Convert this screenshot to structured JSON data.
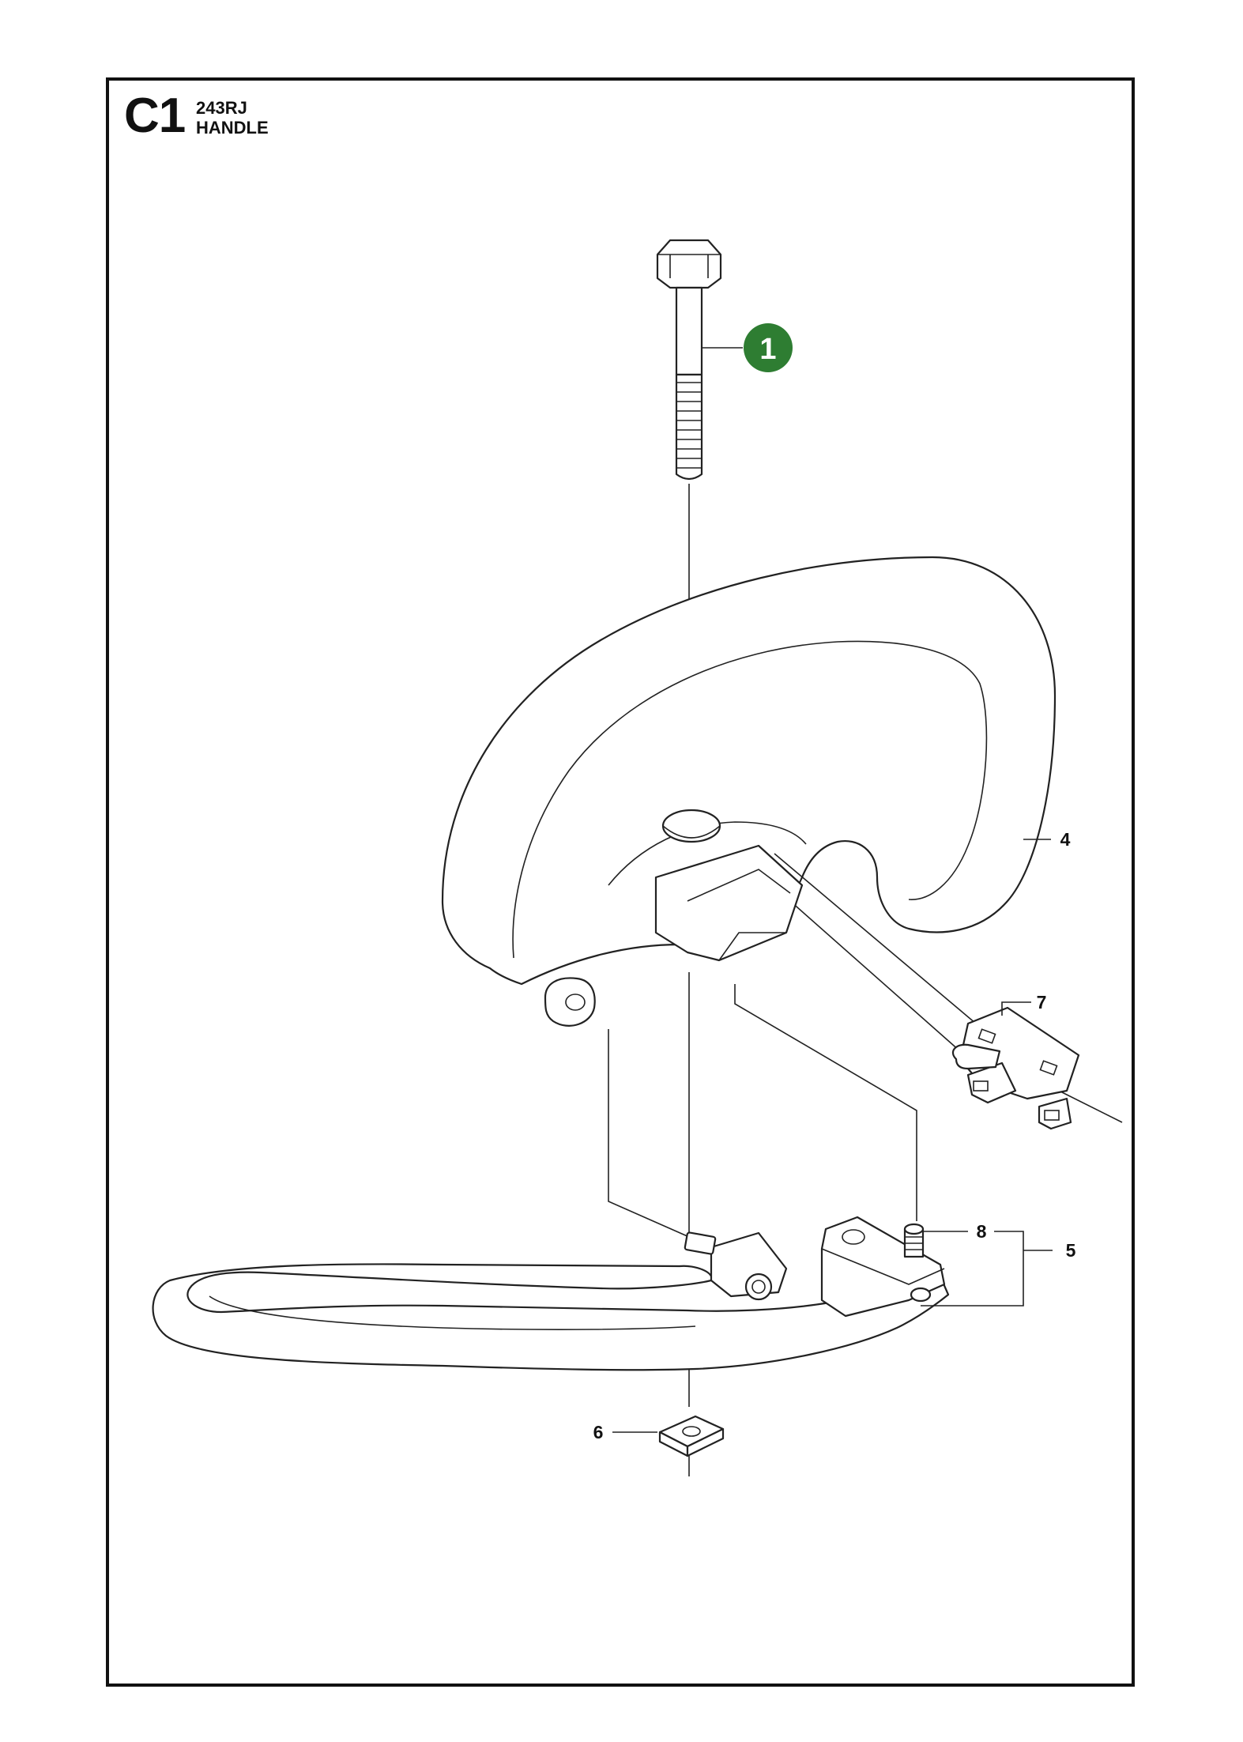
{
  "header": {
    "section_code": "C1",
    "model": "243RJ",
    "title": "HANDLE"
  },
  "callouts": [
    {
      "id": "bolt",
      "label": "1",
      "highlighted": true
    },
    {
      "id": "front-handle",
      "label": "4"
    },
    {
      "id": "rear-bracket",
      "label": "5"
    },
    {
      "id": "square-nut",
      "label": "6"
    },
    {
      "id": "clamp",
      "label": "7"
    },
    {
      "id": "stud-screw",
      "label": "8"
    }
  ],
  "colors": {
    "highlight": "#2e7d32",
    "line": "#222222",
    "frame": "#111111"
  }
}
